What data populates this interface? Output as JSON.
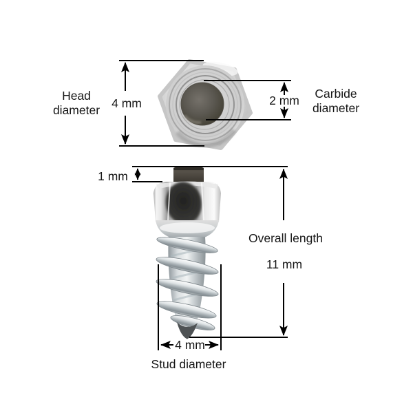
{
  "diagram": {
    "dimensions": {
      "head_diameter": {
        "label_line1": "Head",
        "label_line2": "diameter",
        "value": "4 mm"
      },
      "carbide_diameter": {
        "label_line1": "Carbide",
        "label_line2": "diameter",
        "value": "2 mm"
      },
      "pin_protrusion": {
        "value": "1 mm"
      },
      "overall_length": {
        "label": "Overall length",
        "value": "11 mm"
      },
      "stud_diameter": {
        "label": "Stud diameter",
        "value": "4 mm"
      }
    },
    "colors": {
      "dimension_line": "#000000",
      "label_text": "#161616",
      "background": "#ffffff",
      "chrome_light": "#f4f4f4",
      "chrome_mid": "#b9bec1",
      "chrome_shadow": "#7d8488",
      "carbide_dark": "#45423c",
      "pin_dark": "#4f4a42",
      "reflection_dark": "#1e1e1e"
    }
  }
}
